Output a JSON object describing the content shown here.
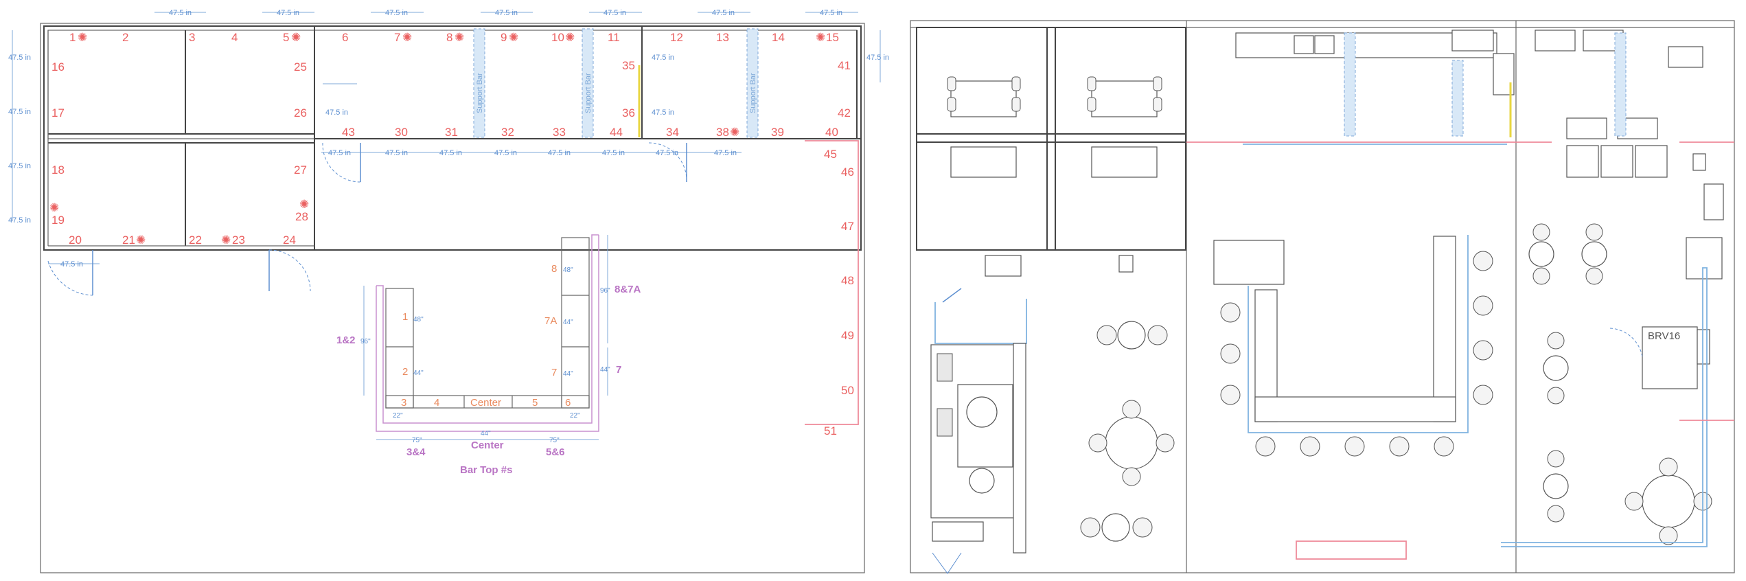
{
  "drawing": {
    "dimension_label": "47.5 in",
    "support_bar_label": "Support Bar",
    "room_numbers_top": [
      "1",
      "2",
      "3",
      "4",
      "5",
      "6",
      "7",
      "8",
      "9",
      "10",
      "11",
      "12",
      "13",
      "14",
      "15"
    ],
    "room_numbers_left": [
      "16",
      "17",
      "18",
      "19"
    ],
    "room_numbers_bottom_left": [
      "20",
      "21",
      "22",
      "23",
      "24"
    ],
    "room_numbers_mid": [
      "25",
      "26",
      "27",
      "28"
    ],
    "room_numbers_bottom_row": [
      "30",
      "31",
      "32",
      "33",
      "34",
      "39",
      "40",
      "43",
      "44"
    ],
    "room_numbers_misc": [
      "35",
      "36",
      "38",
      "41",
      "42"
    ],
    "room_numbers_right": [
      "45",
      "46",
      "47",
      "48",
      "49",
      "50",
      "51"
    ]
  },
  "bar": {
    "title": "Bar Top #s",
    "left_label": "1&2",
    "right_label_top": "8&7A",
    "right_label_bottom": "7",
    "left_nums": [
      "1",
      "2"
    ],
    "right_nums": [
      "8",
      "7A",
      "7"
    ],
    "bottom_nums": [
      "3",
      "4",
      "Center",
      "5",
      "6"
    ],
    "dims": {
      "left_96": "96\"",
      "right_96": "96\"",
      "d48_left": "48\"",
      "d44_left": "44\"",
      "d48_right": "48\"",
      "d44_right_a": "44\"",
      "d44_right_b": "44\"",
      "d44_outer": "44\"",
      "d22_left": "22\"",
      "d22_right": "22\"",
      "d75_left": "75\"",
      "d44_center": "44\"",
      "d75_right": "75\""
    },
    "bottom_labels": [
      "3&4",
      "Center",
      "5&6"
    ]
  },
  "equipment": {
    "brv_label": "BRV16"
  }
}
